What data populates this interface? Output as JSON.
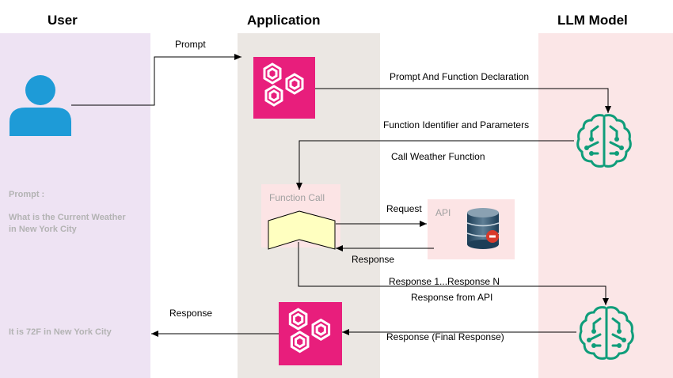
{
  "lanes": {
    "user": "User",
    "application": "Application",
    "llm": "LLM Model"
  },
  "user_notes": {
    "prompt_heading": "Prompt :",
    "prompt_line1": "What is the Current Weather",
    "prompt_line2": "in New York City",
    "answer": "It is 72F in New York City"
  },
  "boxes": {
    "function_call": "Function Call",
    "api": "API"
  },
  "edges": {
    "prompt": "Prompt",
    "prompt_and_function_declaration": "Prompt And Function Declaration",
    "function_identifier_and_parameters": "Function Identifier and Parameters",
    "call_weather_function": "Call Weather Function",
    "request": "Request",
    "response_api": "Response",
    "response_1_n": "Response 1...Response N",
    "response_from_api": "Response from API",
    "response_final": "Response (Final Response)",
    "response_user": "Response"
  },
  "colors": {
    "user_lane": "#eee3f3",
    "app_lane": "#ebe7e3",
    "llm_lane": "#fbe6e7",
    "app_icon": "#e81e7c",
    "llm_icon": "#0f9d7a",
    "user_icon": "#1e9bd7",
    "function_call_shape": "#ffffc0",
    "arrow": "#000000"
  },
  "icons": {
    "user": "user-icon",
    "application": "application-step-icon",
    "llm": "brain-circuit-icon",
    "database": "database-icon"
  }
}
